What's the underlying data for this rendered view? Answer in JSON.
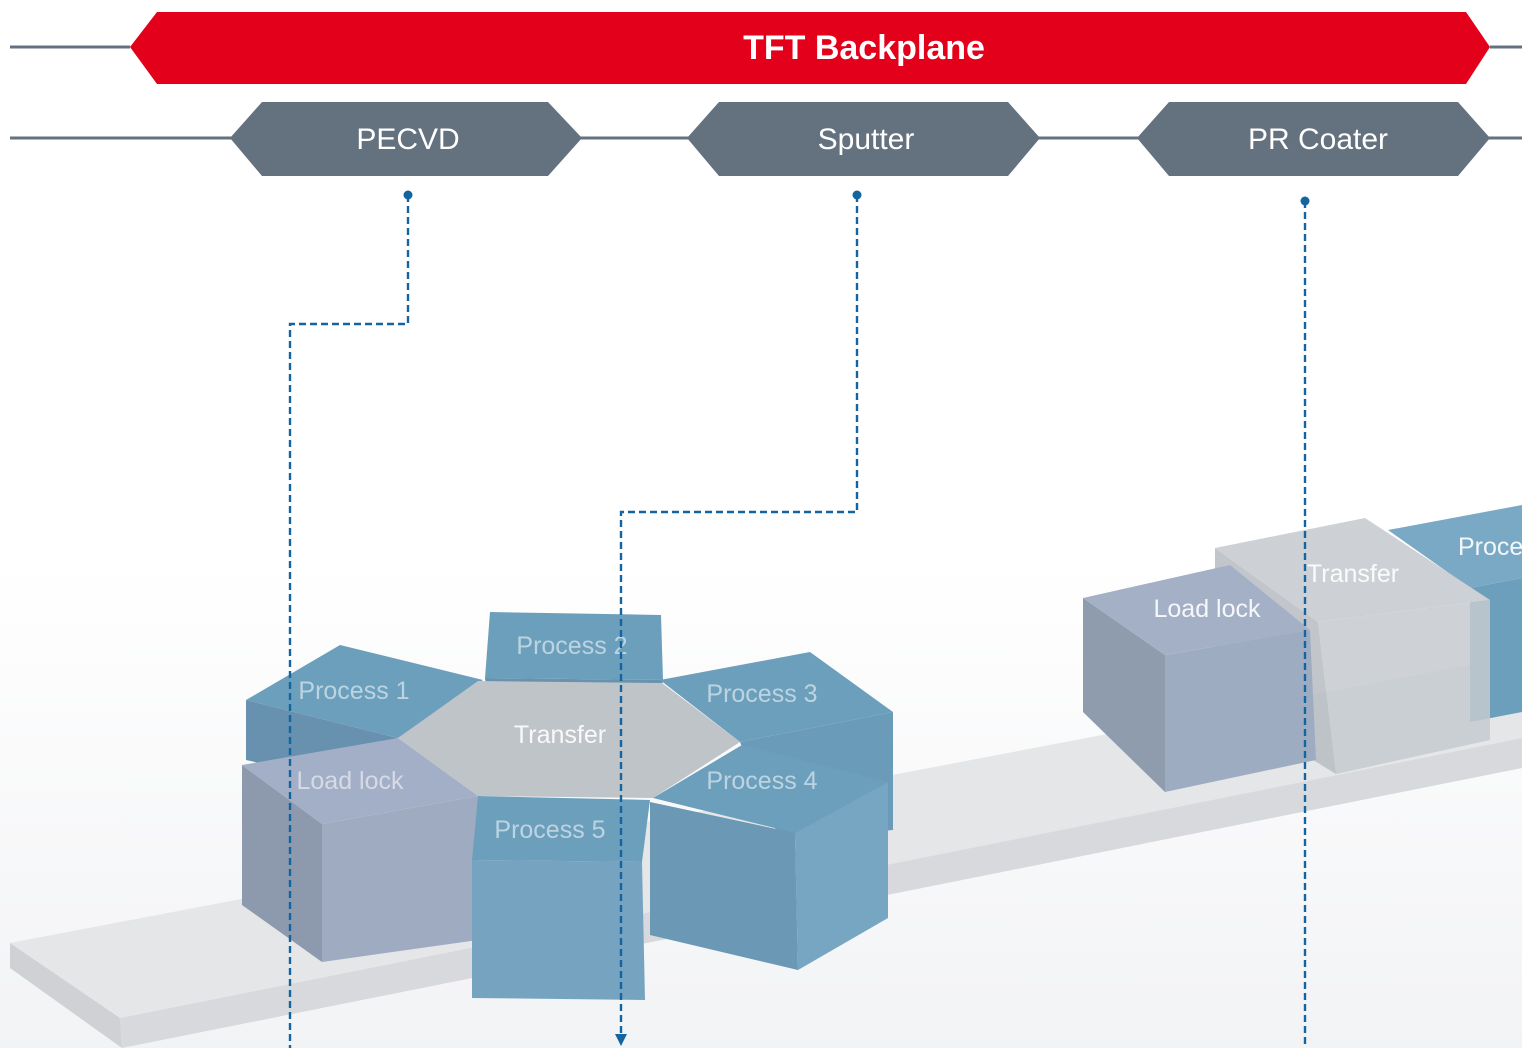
{
  "banner": {
    "title": "TFT Backplane"
  },
  "steps": [
    {
      "label": "PECVD"
    },
    {
      "label": "Sputter"
    },
    {
      "label": "PR Coater"
    }
  ],
  "cluster_tool": {
    "modules": {
      "process1": "Process 1",
      "process2": "Process 2",
      "process3": "Process 3",
      "process4": "Process 4",
      "process5": "Process 5",
      "transfer": "Transfer",
      "loadlock": "Load lock"
    }
  },
  "inline_tool": {
    "modules": {
      "loadlock": "Load lock",
      "transfer": "Transfer",
      "process": "Proce"
    }
  },
  "colors": {
    "banner": "#e2001a",
    "step": "#64717e",
    "rail": "#64717e",
    "leader": "#1464a0",
    "process_module": "#6c9fbc",
    "loadlock_module": "#9aa7bd",
    "transfer_module": "#c2c7cc",
    "conveyor": "#e6e6e6"
  }
}
